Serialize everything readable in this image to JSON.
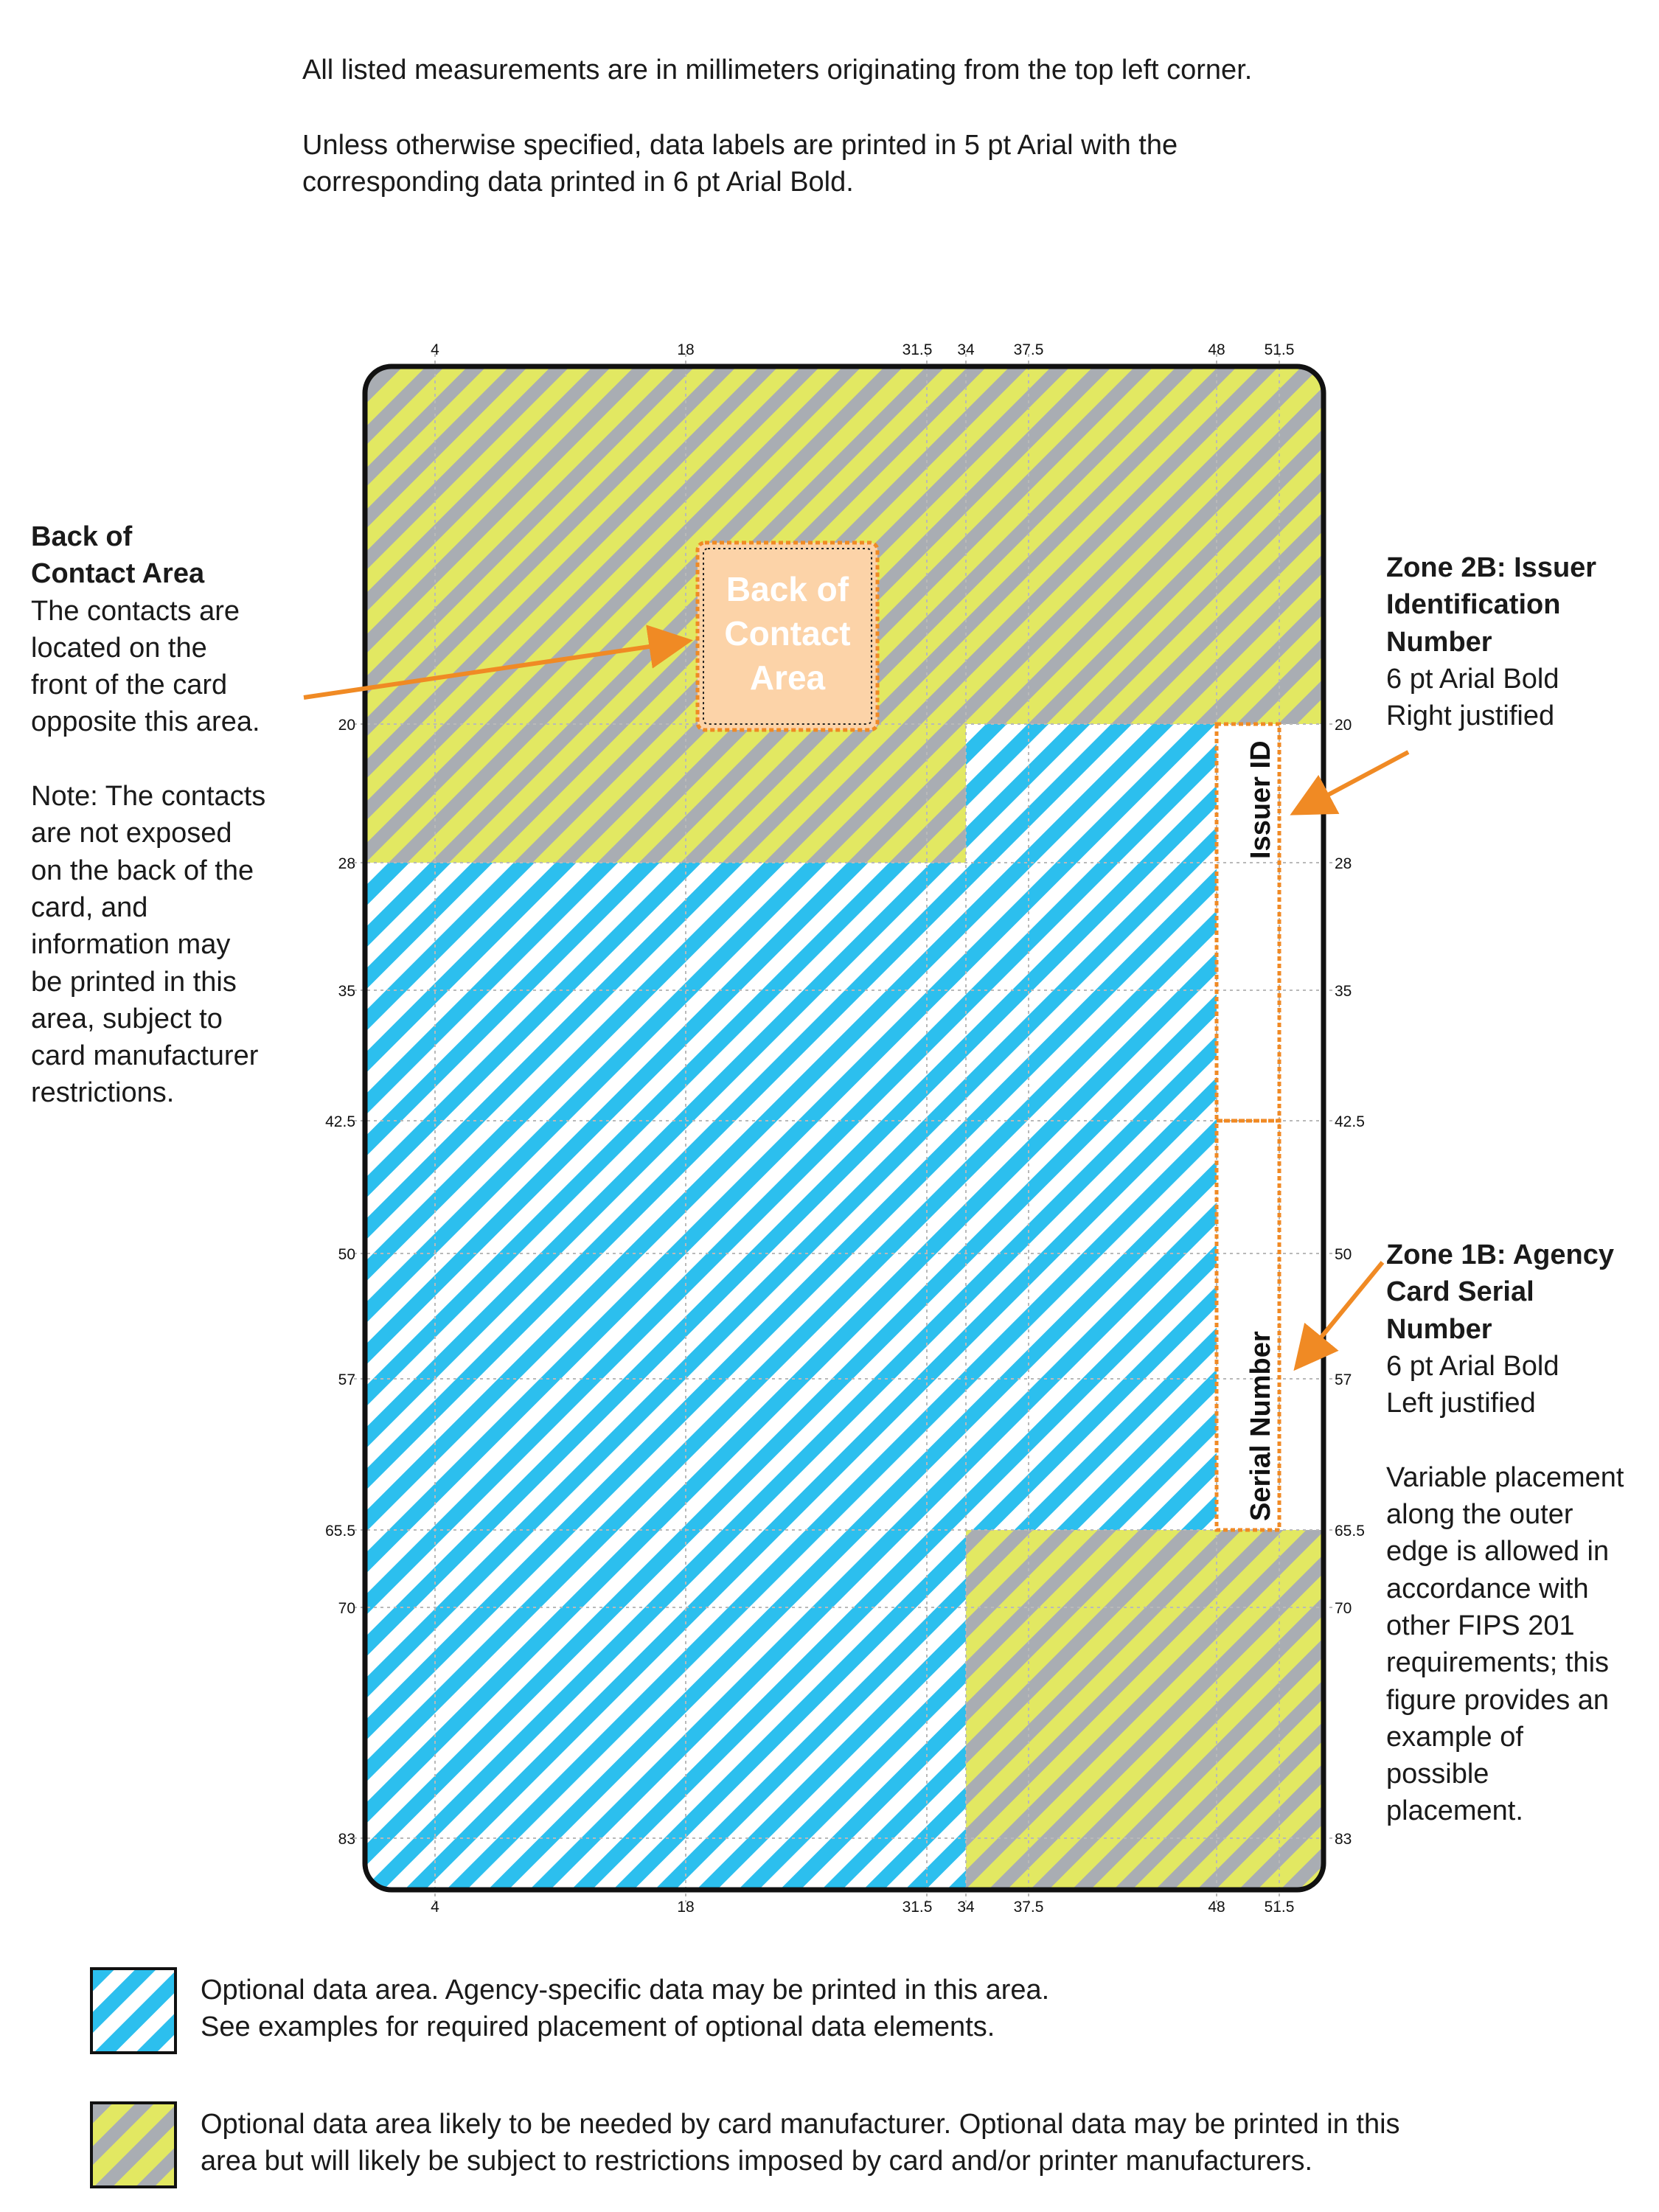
{
  "intro": {
    "line1": "All listed measurements are in millimeters originating from the top left corner.",
    "line2a": "Unless otherwise specified, data labels are printed in 5 pt Arial with the",
    "line2b": "corresponding data printed in 6 pt Arial Bold."
  },
  "card": {
    "top_ticks": [
      "4",
      "18",
      "31.5",
      "34",
      "37.5",
      "48",
      "51.5"
    ],
    "side_ticks": [
      "20",
      "28",
      "35",
      "42.5",
      "50",
      "57",
      "65.5",
      "70",
      "83"
    ],
    "contact_label": [
      "Back of",
      "Contact",
      "Area"
    ],
    "issuer_field": "Issuer ID",
    "serial_field": "Serial Number"
  },
  "callouts": {
    "back_contact": {
      "title": [
        "Back of",
        "Contact Area"
      ],
      "body": [
        "The contacts are",
        "located on the",
        "front of the card",
        "opposite this area.",
        "",
        "Note: The contacts",
        "are not exposed",
        "on the back of the",
        "card, and",
        "information may",
        "be printed in this",
        "area, subject to",
        "card manufacturer",
        "restrictions."
      ]
    },
    "zone2b": {
      "title": [
        "Zone 2B: Issuer",
        "Identification",
        "Number"
      ],
      "body": [
        "6 pt Arial Bold",
        "Right justified"
      ]
    },
    "zone1b": {
      "title": [
        "Zone 1B: Agency",
        "Card Serial",
        "Number"
      ],
      "body": [
        "6 pt Arial Bold",
        "Left justified",
        "",
        "Variable placement",
        "along the outer",
        "edge is allowed in",
        "accordance with",
        "other FIPS 201",
        "requirements; this",
        "figure provides an",
        "example of",
        "possible",
        "placement."
      ]
    }
  },
  "legend": {
    "blue_line1": "Optional data area. Agency-specific data may be printed in this area.",
    "blue_line2": "See examples for required placement of optional data elements.",
    "yellow_line1": "Optional data area likely to be needed by card manufacturer.  Optional data may be printed in this",
    "yellow_line2": "area but will likely be subject to restrictions imposed by card and/or printer manufacturers."
  },
  "colors": {
    "blue_stripe": "#2cbfee",
    "yellow_stripe": "#e2e862",
    "gray_stripe": "#a9adb3",
    "contact_fill": "#fcd3a8",
    "orange": "#f08a24",
    "border": "#111111"
  }
}
